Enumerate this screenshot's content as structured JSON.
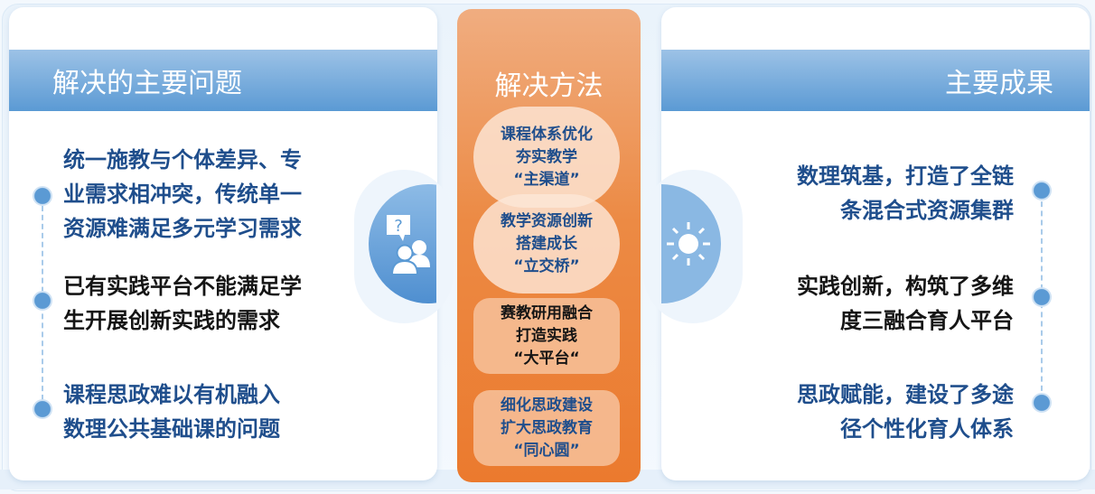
{
  "left_panel": {
    "title": "解决的主要问题",
    "icon": "question-people-icon",
    "items": [
      {
        "text": "统一施教与个体差异、专业需求相冲突，传统单一资源难满足多元学习需求",
        "lines": [
          "统一施教与个体差异、专",
          "业需求相冲突，传统单一",
          "资源难满足多元学习需求"
        ],
        "color": "#1f4e8c"
      },
      {
        "text": "已有实践平台不能满足学生开展创新实践的需求",
        "lines": [
          "已有实践平台不能满足学",
          "生开展创新实践的需求"
        ],
        "color": "#151515"
      },
      {
        "text": "课程思政难以有机融入数理公共基础课的问题",
        "lines": [
          "课程思政难以有机融入",
          "数理公共基础课的问题"
        ],
        "color": "#1f4e8c"
      }
    ]
  },
  "middle_panel": {
    "title": "解决方法",
    "methods": [
      {
        "lines": [
          "课程体系优化",
          "夯实教学",
          "“主渠道”"
        ],
        "color": "#1f4e8c",
        "shape": "oval"
      },
      {
        "lines": [
          "教学资源创新",
          "搭建成长",
          "“立交桥”"
        ],
        "color": "#1f4e8c",
        "shape": "oval"
      },
      {
        "lines": [
          "赛教研用融合",
          "打造实践",
          "“大平台“"
        ],
        "color": "#151515",
        "shape": "rounded-rect"
      },
      {
        "lines": [
          "细化思政建设",
          "扩大思政教育",
          "“同心圆”"
        ],
        "color": "#1f4e8c",
        "shape": "rounded-rect"
      }
    ]
  },
  "right_panel": {
    "title": "主要成果",
    "icon": "sun-icon",
    "items": [
      {
        "text": "数理筑基，打造了全链条混合式资源集群",
        "lines": [
          "数理筑基，打造了全链",
          "条混合式资源集群"
        ],
        "color": "#1f4e8c"
      },
      {
        "text": "实践创新，构筑了多维度三融合育人平台",
        "lines": [
          "实践创新，构筑了多维",
          "度三融合育人平台"
        ],
        "color": "#151515"
      },
      {
        "text": "思政赋能，建设了多途径个性化育人体系",
        "lines": [
          "思政赋能，建设了多途",
          "径个性化育人体系"
        ],
        "color": "#1f4e8c"
      }
    ]
  },
  "colors": {
    "header_blue_top": "#9cc2e6",
    "header_blue_bottom": "#5b9ad4",
    "orange_top": "#f0ad80",
    "orange_bottom": "#eb7a2e",
    "text_blue": "#1f4e8c",
    "text_black": "#151515"
  }
}
